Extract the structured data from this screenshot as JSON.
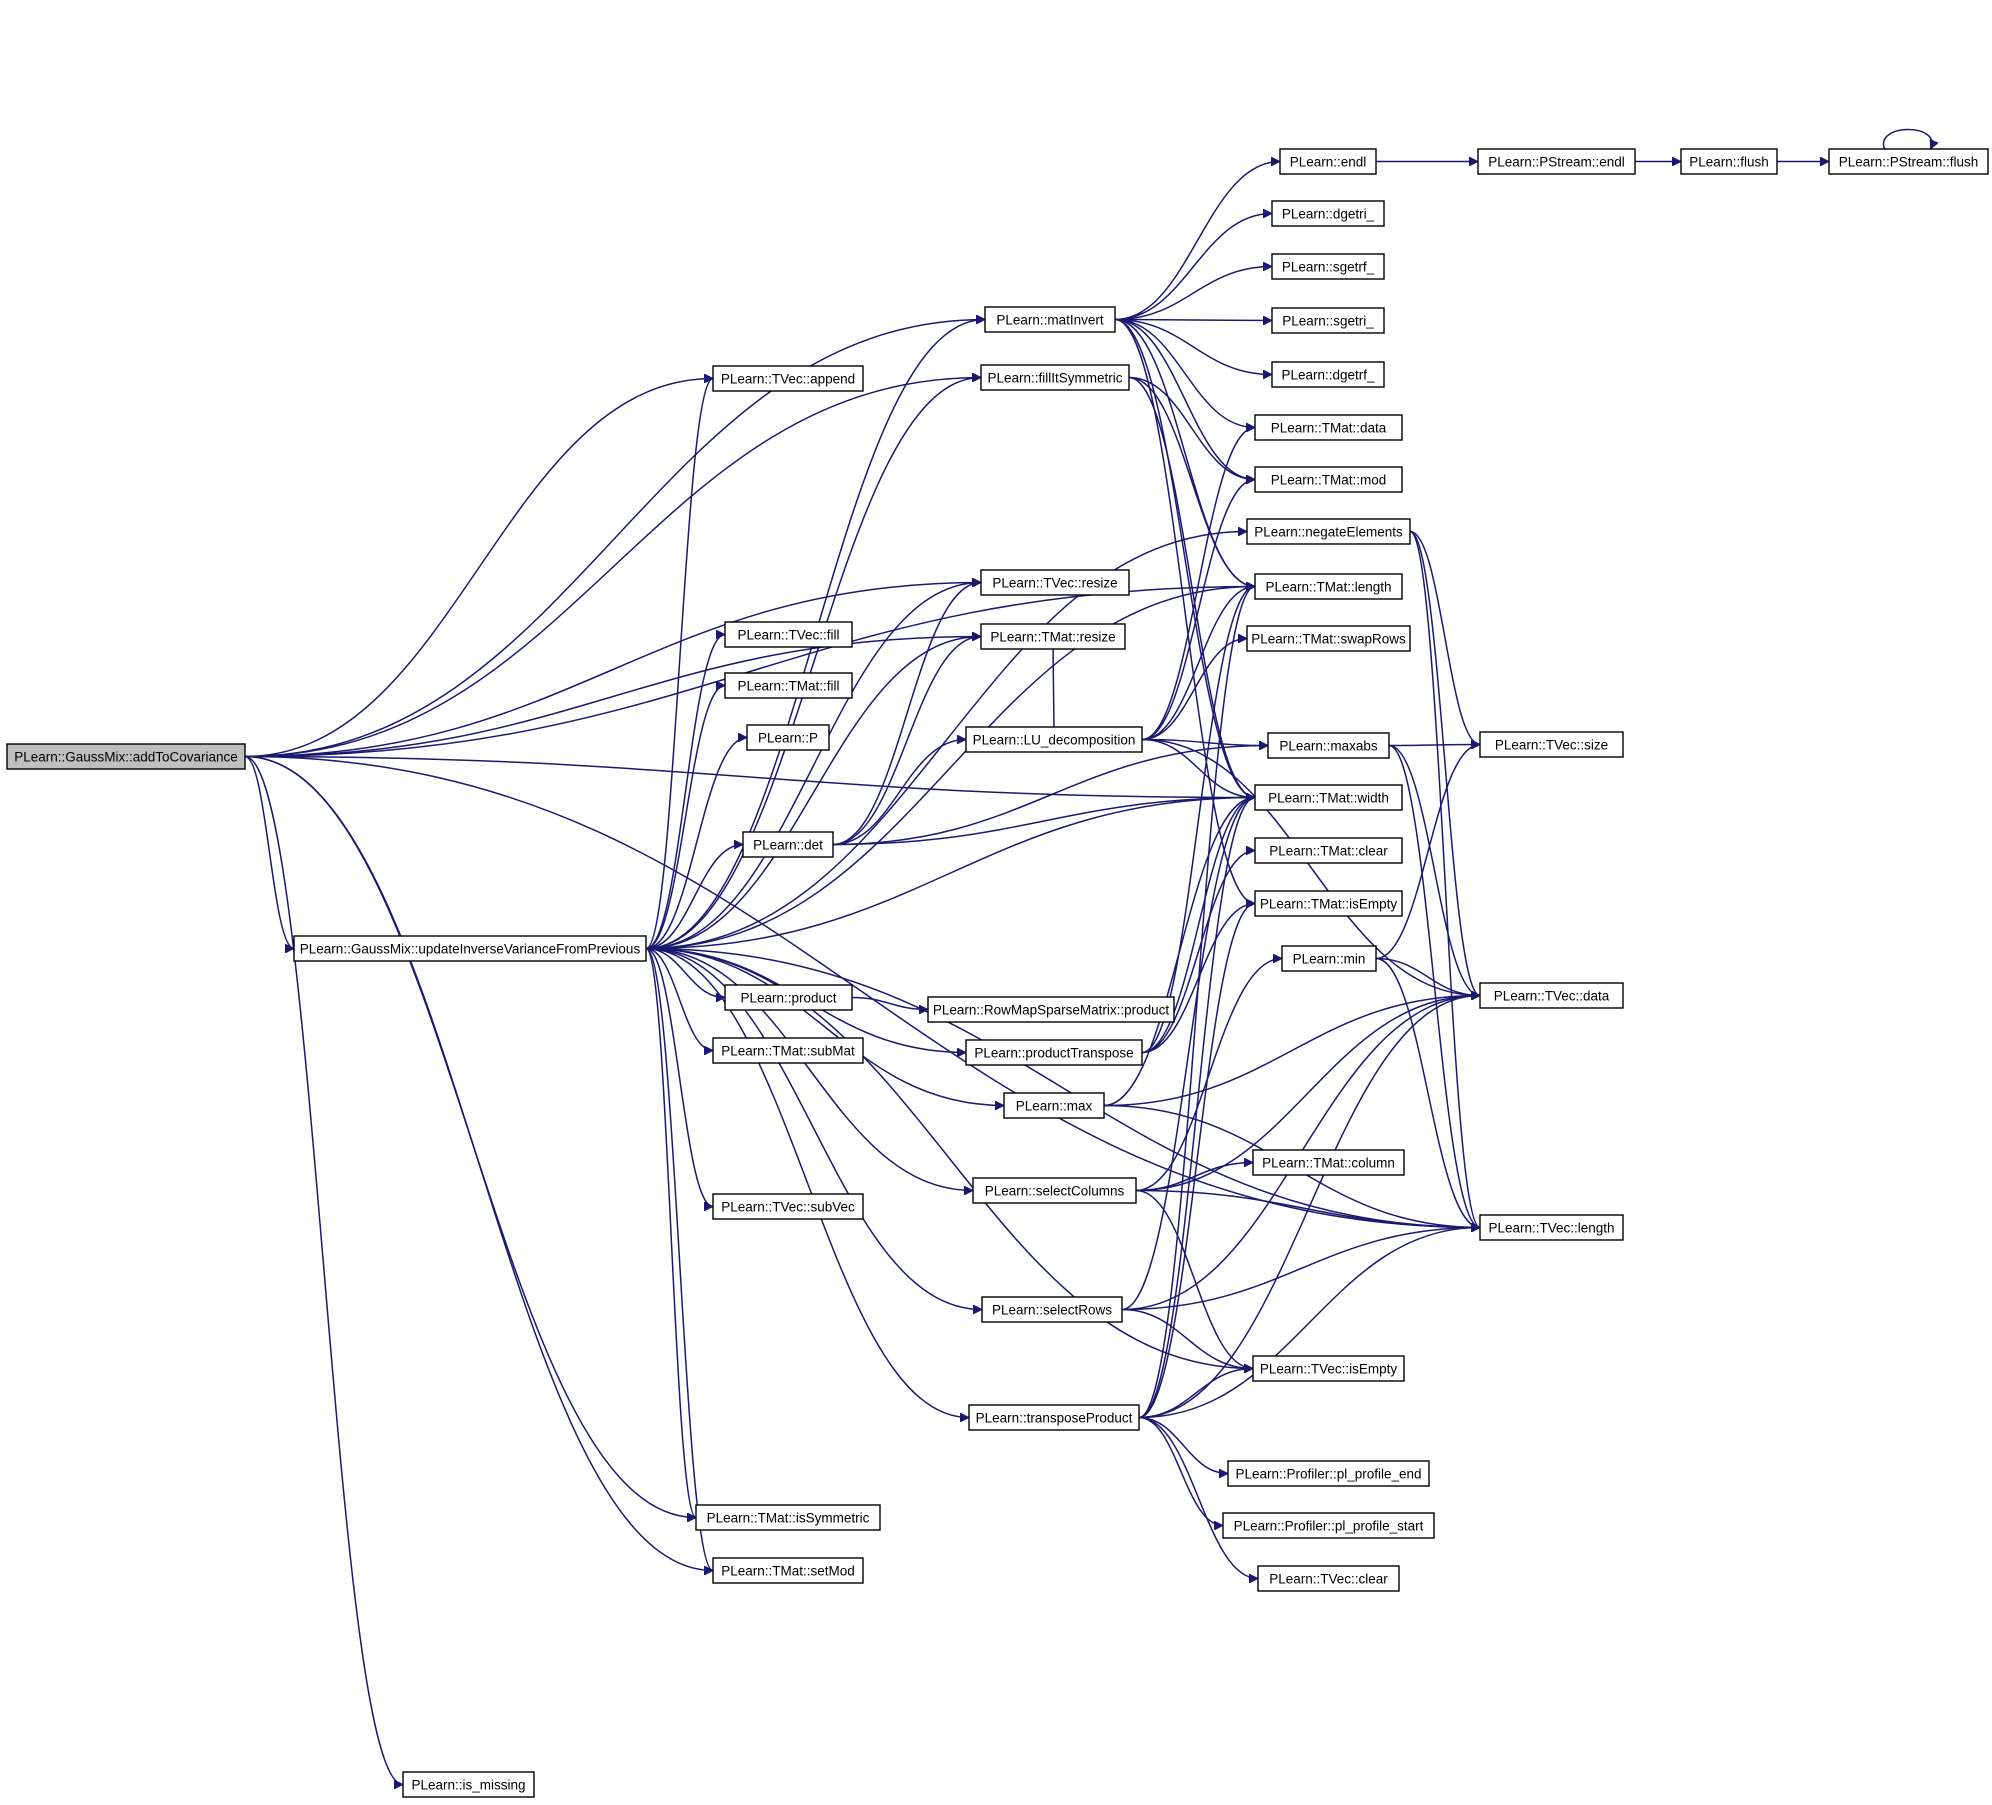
{
  "diagram": {
    "type": "call-graph",
    "edge_color": "#191970",
    "root_fill": "#bfbfbf",
    "nodes": [
      {
        "id": "addToCovariance",
        "label": "PLearn::GaussMix::addToCovariance",
        "root": true
      },
      {
        "id": "updateInv",
        "label": "PLearn::GaussMix::updateInverseVarianceFromPrevious"
      },
      {
        "id": "is_missing",
        "label": "PLearn::is_missing"
      },
      {
        "id": "tvec_append",
        "label": "PLearn::TVec::append"
      },
      {
        "id": "tvec_fill",
        "label": "PLearn::TVec::fill"
      },
      {
        "id": "tmat_fill",
        "label": "PLearn::TMat::fill"
      },
      {
        "id": "P",
        "label": "PLearn::P"
      },
      {
        "id": "det",
        "label": "PLearn::det"
      },
      {
        "id": "product",
        "label": "PLearn::product"
      },
      {
        "id": "tmat_subMat",
        "label": "PLearn::TMat::subMat"
      },
      {
        "id": "tvec_subVec",
        "label": "PLearn::TVec::subVec"
      },
      {
        "id": "tmat_isSymmetric",
        "label": "PLearn::TMat::isSymmetric"
      },
      {
        "id": "tmat_setMod",
        "label": "PLearn::TMat::setMod"
      },
      {
        "id": "matInvert",
        "label": "PLearn::matInvert"
      },
      {
        "id": "fillItSymmetric",
        "label": "PLearn::fillItSymmetric"
      },
      {
        "id": "tvec_resize",
        "label": "PLearn::TVec::resize"
      },
      {
        "id": "tmat_resize",
        "label": "PLearn::TMat::resize"
      },
      {
        "id": "LU",
        "label": "PLearn::LU_decomposition"
      },
      {
        "id": "productTranspose",
        "label": "PLearn::productTranspose"
      },
      {
        "id": "max",
        "label": "PLearn::max"
      },
      {
        "id": "selectColumns",
        "label": "PLearn::selectColumns"
      },
      {
        "id": "selectRows",
        "label": "PLearn::selectRows"
      },
      {
        "id": "transposeProduct",
        "label": "PLearn::transposeProduct"
      },
      {
        "id": "rowmap_product",
        "label": "PLearn::RowMapSparseMatrix::product"
      },
      {
        "id": "endl",
        "label": "PLearn::endl"
      },
      {
        "id": "dgetri",
        "label": "PLearn::dgetri_"
      },
      {
        "id": "sgetrf",
        "label": "PLearn::sgetrf_"
      },
      {
        "id": "sgetri",
        "label": "PLearn::sgetri_"
      },
      {
        "id": "dgetrf",
        "label": "PLearn::dgetrf_"
      },
      {
        "id": "tmat_data",
        "label": "PLearn::TMat::data"
      },
      {
        "id": "tmat_mod",
        "label": "PLearn::TMat::mod"
      },
      {
        "id": "negateElements",
        "label": "PLearn::negateElements"
      },
      {
        "id": "tmat_length",
        "label": "PLearn::TMat::length"
      },
      {
        "id": "tmat_swapRows",
        "label": "PLearn::TMat::swapRows"
      },
      {
        "id": "maxabs",
        "label": "PLearn::maxabs"
      },
      {
        "id": "tmat_width",
        "label": "PLearn::TMat::width"
      },
      {
        "id": "tmat_clear",
        "label": "PLearn::TMat::clear"
      },
      {
        "id": "tmat_isEmpty",
        "label": "PLearn::TMat::isEmpty"
      },
      {
        "id": "min",
        "label": "PLearn::min"
      },
      {
        "id": "tmat_column",
        "label": "PLearn::TMat::column"
      },
      {
        "id": "tvec_isEmpty",
        "label": "PLearn::TVec::isEmpty"
      },
      {
        "id": "pl_profile_end",
        "label": "PLearn::Profiler::pl_profile_end"
      },
      {
        "id": "pl_profile_start",
        "label": "PLearn::Profiler::pl_profile_start"
      },
      {
        "id": "tvec_clear",
        "label": "PLearn::TVec::clear"
      },
      {
        "id": "pstream_endl",
        "label": "PLearn::PStream::endl"
      },
      {
        "id": "flush",
        "label": "PLearn::flush"
      },
      {
        "id": "pstream_flush",
        "label": "PLearn::PStream::flush"
      },
      {
        "id": "tvec_size",
        "label": "PLearn::TVec::size"
      },
      {
        "id": "tvec_data",
        "label": "PLearn::TVec::data"
      },
      {
        "id": "tvec_length",
        "label": "PLearn::TVec::length"
      }
    ],
    "edges": [
      [
        "addToCovariance",
        "matInvert"
      ],
      [
        "addToCovariance",
        "fillItSymmetric"
      ],
      [
        "addToCovariance",
        "tvec_append"
      ],
      [
        "addToCovariance",
        "tvec_resize"
      ],
      [
        "addToCovariance",
        "tmat_resize"
      ],
      [
        "addToCovariance",
        "tmat_length"
      ],
      [
        "addToCovariance",
        "tmat_width"
      ],
      [
        "addToCovariance",
        "updateInv"
      ],
      [
        "addToCovariance",
        "tmat_isSymmetric"
      ],
      [
        "addToCovariance",
        "tmat_setMod"
      ],
      [
        "addToCovariance",
        "tvec_length"
      ],
      [
        "addToCovariance",
        "is_missing"
      ],
      [
        "updateInv",
        "matInvert"
      ],
      [
        "updateInv",
        "tvec_append"
      ],
      [
        "updateInv",
        "fillItSymmetric"
      ],
      [
        "updateInv",
        "negateElements"
      ],
      [
        "updateInv",
        "tmat_length"
      ],
      [
        "updateInv",
        "tvec_resize"
      ],
      [
        "updateInv",
        "tmat_resize"
      ],
      [
        "updateInv",
        "tvec_fill"
      ],
      [
        "updateInv",
        "tmat_fill"
      ],
      [
        "updateInv",
        "P"
      ],
      [
        "updateInv",
        "det"
      ],
      [
        "updateInv",
        "tmat_width"
      ],
      [
        "updateInv",
        "product"
      ],
      [
        "updateInv",
        "tmat_subMat"
      ],
      [
        "updateInv",
        "productTranspose"
      ],
      [
        "updateInv",
        "max"
      ],
      [
        "updateInv",
        "tvec_subVec"
      ],
      [
        "updateInv",
        "selectColumns"
      ],
      [
        "updateInv",
        "selectRows"
      ],
      [
        "updateInv",
        "tvec_isEmpty"
      ],
      [
        "updateInv",
        "transposeProduct"
      ],
      [
        "updateInv",
        "tmat_isSymmetric"
      ],
      [
        "updateInv",
        "tmat_setMod"
      ],
      [
        "updateInv",
        "tvec_length"
      ],
      [
        "matInvert",
        "endl"
      ],
      [
        "matInvert",
        "dgetri"
      ],
      [
        "matInvert",
        "sgetrf"
      ],
      [
        "matInvert",
        "sgetri"
      ],
      [
        "matInvert",
        "dgetrf"
      ],
      [
        "matInvert",
        "tmat_data"
      ],
      [
        "matInvert",
        "tmat_mod"
      ],
      [
        "matInvert",
        "tmat_length"
      ],
      [
        "matInvert",
        "tmat_width"
      ],
      [
        "matInvert",
        "tmat_isEmpty"
      ],
      [
        "fillItSymmetric",
        "tmat_mod"
      ],
      [
        "fillItSymmetric",
        "tmat_length"
      ],
      [
        "fillItSymmetric",
        "tmat_width"
      ],
      [
        "det",
        "tvec_resize"
      ],
      [
        "det",
        "tmat_resize"
      ],
      [
        "det",
        "LU"
      ],
      [
        "det",
        "maxabs"
      ],
      [
        "det",
        "tmat_width"
      ],
      [
        "LU",
        "tmat_data"
      ],
      [
        "LU",
        "tmat_mod"
      ],
      [
        "LU",
        "tmat_length"
      ],
      [
        "LU",
        "tmat_swapRows"
      ],
      [
        "LU",
        "maxabs"
      ],
      [
        "LU",
        "tmat_width"
      ],
      [
        "LU",
        "tmat_resize"
      ],
      [
        "LU",
        "tvec_data"
      ],
      [
        "negateElements",
        "tvec_size"
      ],
      [
        "negateElements",
        "tvec_data"
      ],
      [
        "negateElements",
        "tvec_length"
      ],
      [
        "maxabs",
        "tvec_size"
      ],
      [
        "maxabs",
        "tvec_data"
      ],
      [
        "maxabs",
        "tvec_length"
      ],
      [
        "product",
        "rowmap_product"
      ],
      [
        "productTranspose",
        "tmat_length"
      ],
      [
        "productTranspose",
        "tmat_width"
      ],
      [
        "productTranspose",
        "tmat_isEmpty"
      ],
      [
        "productTranspose",
        "tmat_clear"
      ],
      [
        "max",
        "tvec_data"
      ],
      [
        "max",
        "tvec_length"
      ],
      [
        "max",
        "tmat_width"
      ],
      [
        "min",
        "tvec_size"
      ],
      [
        "min",
        "tvec_data"
      ],
      [
        "min",
        "tvec_length"
      ],
      [
        "selectColumns",
        "tmat_column"
      ],
      [
        "selectColumns",
        "tvec_length"
      ],
      [
        "selectColumns",
        "tvec_isEmpty"
      ],
      [
        "selectColumns",
        "min"
      ],
      [
        "selectColumns",
        "tvec_data"
      ],
      [
        "selectRows",
        "tvec_length"
      ],
      [
        "selectRows",
        "tvec_isEmpty"
      ],
      [
        "selectRows",
        "tvec_data"
      ],
      [
        "selectRows",
        "tmat_width"
      ],
      [
        "transposeProduct",
        "tvec_isEmpty"
      ],
      [
        "transposeProduct",
        "pl_profile_end"
      ],
      [
        "transposeProduct",
        "pl_profile_start"
      ],
      [
        "transposeProduct",
        "tvec_clear"
      ],
      [
        "transposeProduct",
        "tmat_length"
      ],
      [
        "transposeProduct",
        "tmat_width"
      ],
      [
        "transposeProduct",
        "tmat_isEmpty"
      ],
      [
        "transposeProduct",
        "tvec_length"
      ],
      [
        "transposeProduct",
        "tvec_data"
      ],
      [
        "endl",
        "pstream_endl"
      ],
      [
        "pstream_endl",
        "flush"
      ],
      [
        "flush",
        "pstream_flush"
      ],
      [
        "pstream_flush",
        "pstream_flush"
      ]
    ]
  }
}
